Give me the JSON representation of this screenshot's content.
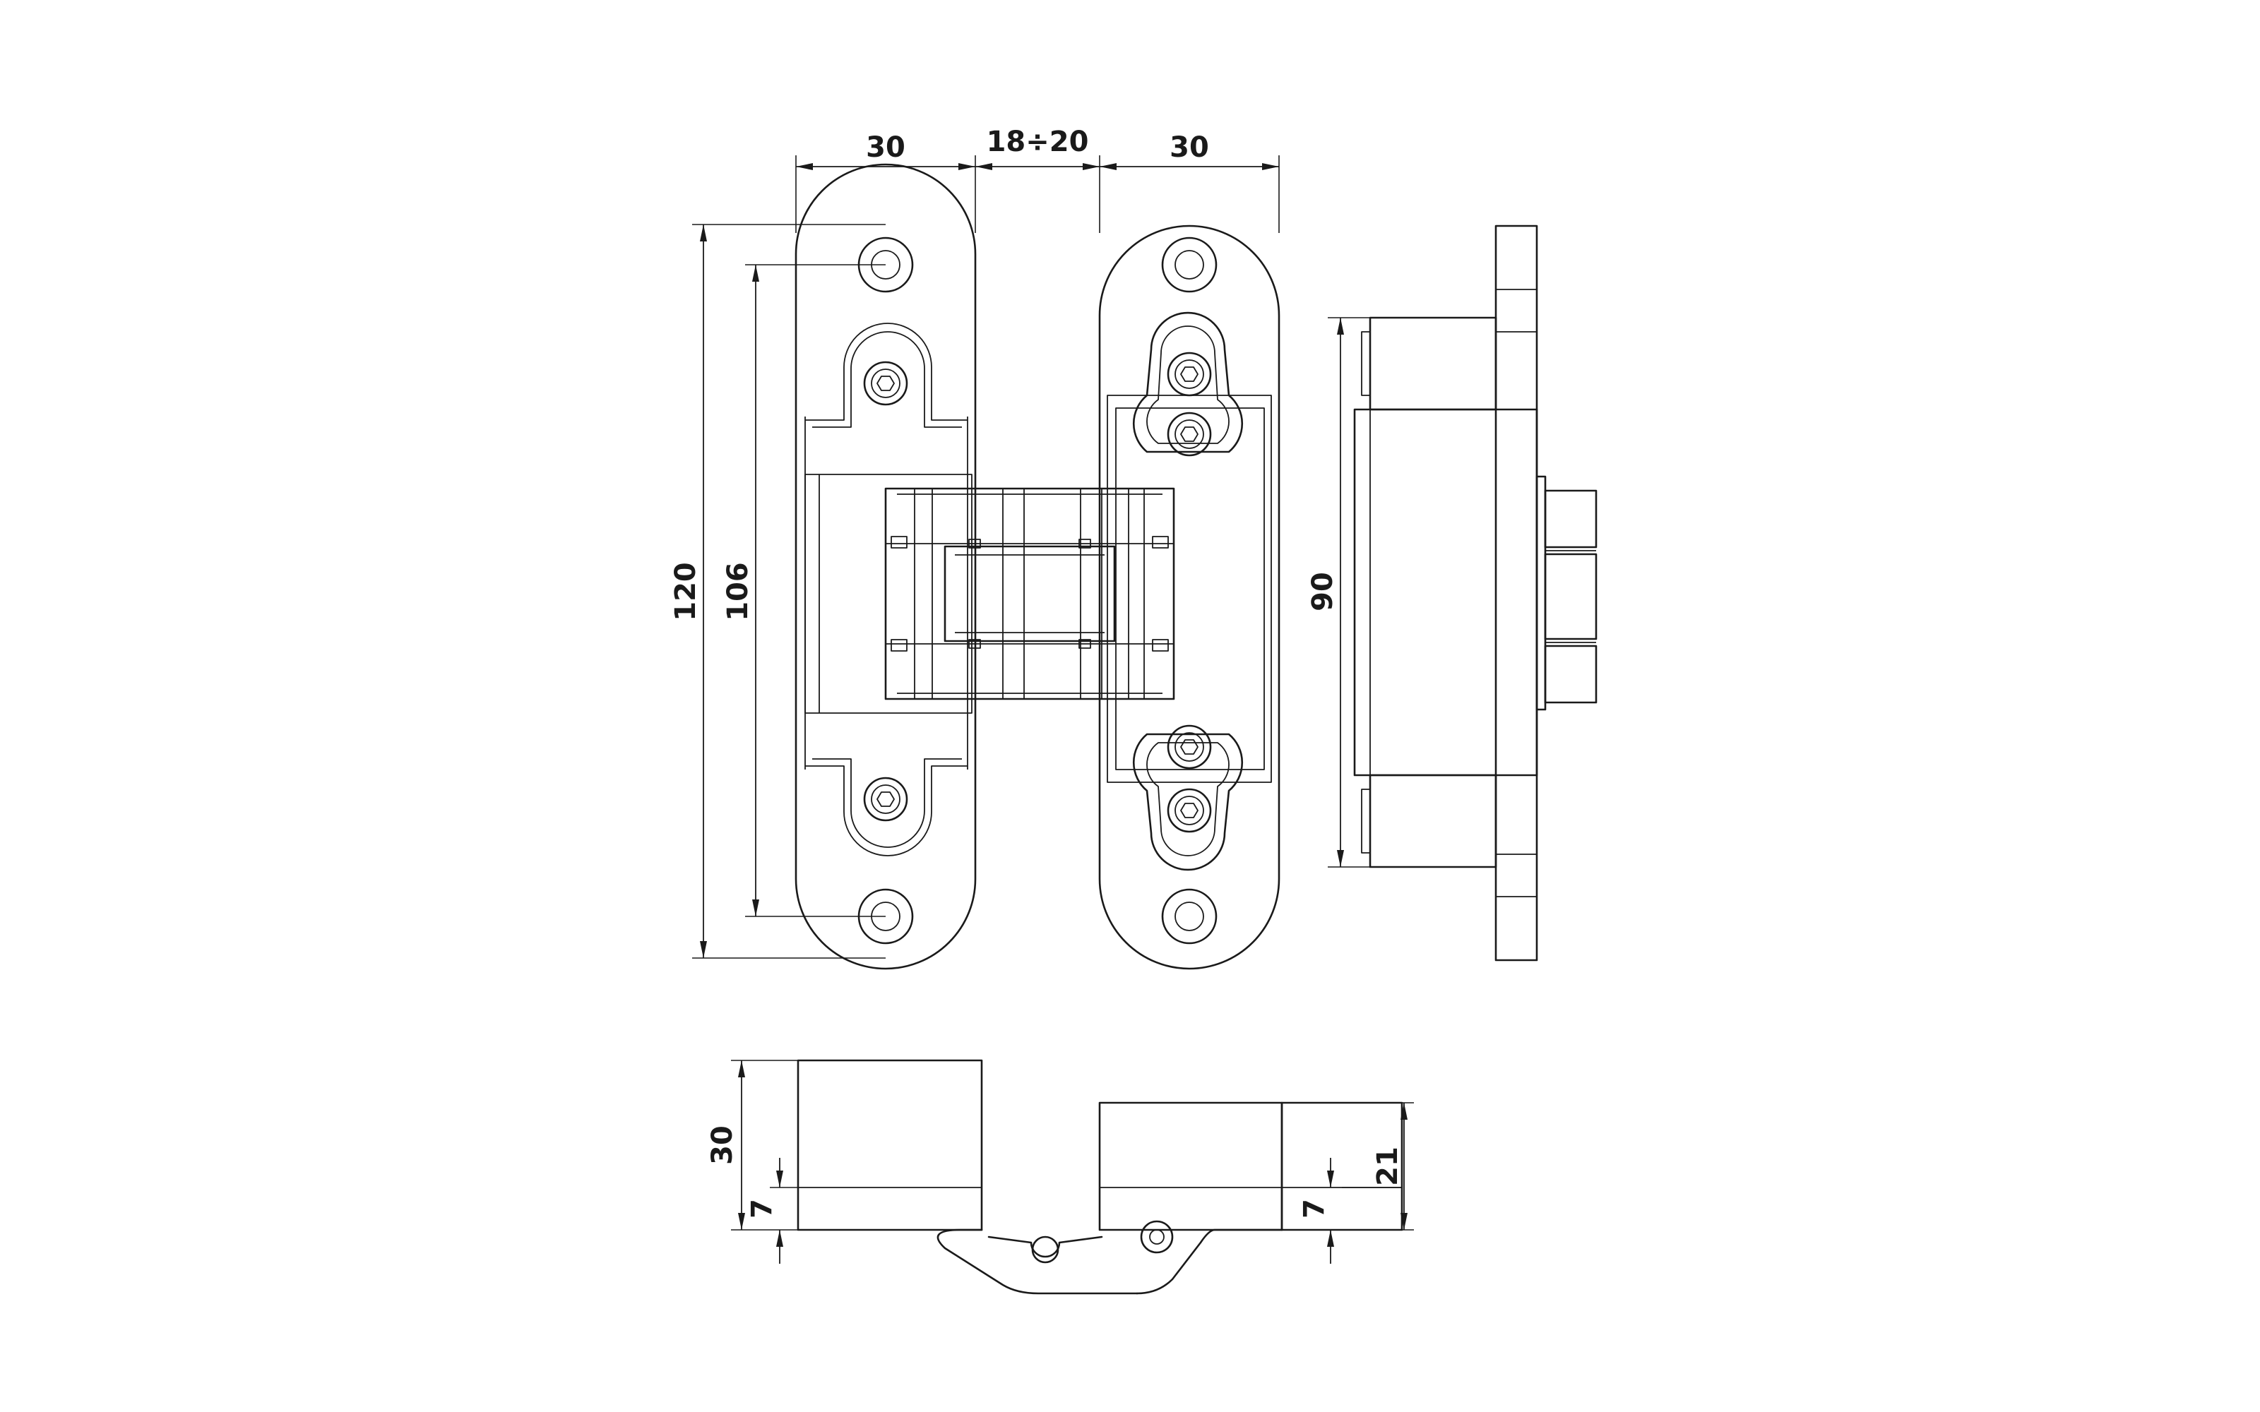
{
  "dimensions": {
    "top_left_width": "30",
    "top_gap": "18÷20",
    "top_right_width": "30",
    "overall_height": "120",
    "hole_spacing": "106",
    "side_height": "90",
    "bottom_left_depth": "30",
    "bottom_left_offset": "7",
    "bottom_right_offset": "7",
    "bottom_right_depth": "21"
  }
}
